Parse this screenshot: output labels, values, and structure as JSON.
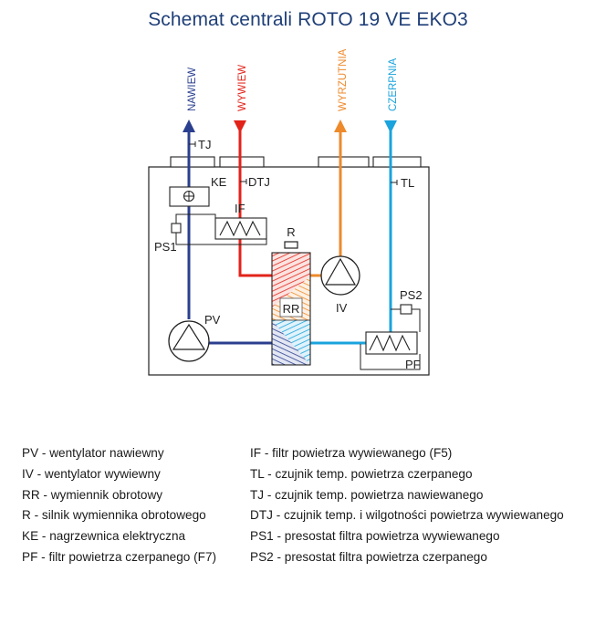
{
  "title": "Schemat centrali ROTO 19 VE EKO3",
  "streams": {
    "nawiew": "NAWIEW",
    "wywiew": "WYWIEW",
    "wyrzutnia": "WYRZUTNIA",
    "czerpnia": "CZERPNIA"
  },
  "labels": {
    "tj": "TJ",
    "ke": "KE",
    "dtj": "DTJ",
    "if": "IF",
    "tl": "TL",
    "ps1": "PS1",
    "r": "R",
    "rr": "RR",
    "iv": "IV",
    "ps2": "PS2",
    "pv": "PV",
    "pf": "PF"
  },
  "colors": {
    "supply": "#2b3f8f",
    "extract": "#e2231a",
    "exhaust": "#ee8a2c",
    "intake": "#1aa3dc",
    "outline": "#222222",
    "title": "#1f3f78"
  },
  "legend": {
    "left": [
      "PV - wentylator nawiewny",
      "IV - wentylator wywiewny",
      "RR - wymiennik obrotowy",
      "R - silnik wymiennika obrotowego",
      "KE - nagrzewnica elektryczna",
      "PF - filtr powietrza czerpanego (F7)"
    ],
    "right": [
      "IF - filtr powietrza wywiewanego (F5)",
      "TL - czujnik temp. powietrza czerpanego",
      "TJ - czujnik temp. powietrza nawiewanego",
      "DTJ - czujnik temp. i wilgotności powietrza wywiewanego",
      "PS1 - presostat filtra powietrza wywiewanego",
      "PS2 - presostat filtra powietrza czerpanego"
    ]
  }
}
